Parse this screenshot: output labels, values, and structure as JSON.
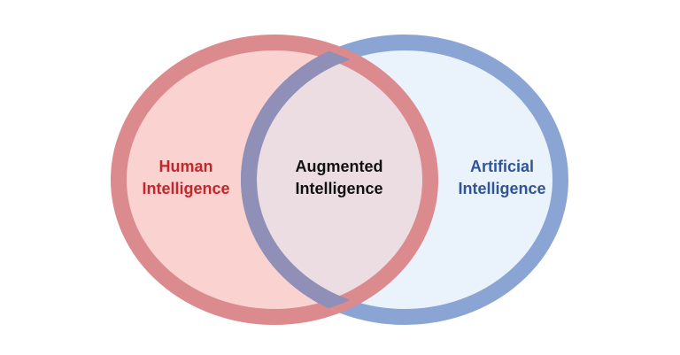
{
  "diagram": {
    "type": "venn",
    "left_set": {
      "line1": "Human",
      "line2": "Intelligence",
      "text_color": "#c0282d",
      "fill_color": "#fad2d0",
      "ring_color": "#db8a8e"
    },
    "intersection": {
      "line1": "Augmented",
      "line2": "Intelligence",
      "text_color": "#111111",
      "fill_color": "#ecdde2"
    },
    "right_set": {
      "line1": "Artificial",
      "line2": "Intelligence",
      "text_color": "#2f5597",
      "fill_color": "#eaf2fb",
      "ring_color": "#8aa5d3"
    }
  }
}
